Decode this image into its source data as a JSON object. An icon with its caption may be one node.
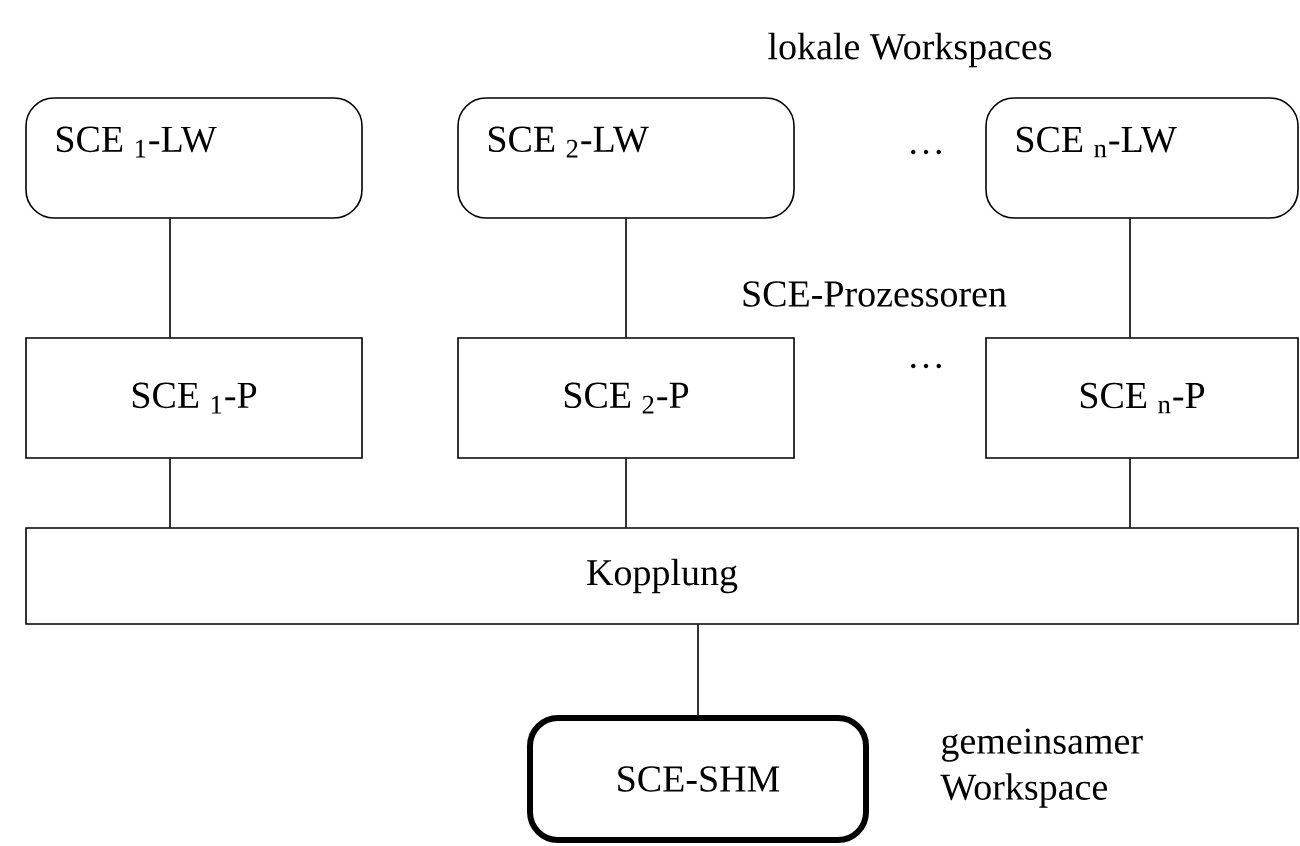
{
  "diagram": {
    "nodes": [
      {
        "text": [
          "SCE $_{1}$-LW"
        ]
      },
      {
        "text": [
          "SCE $_{2}$-LW"
        ]
      },
      {
        "text": [
          "SCE $_{n}$-LW"
        ]
      },
      {
        "text": [
          "SCE $_{1}$-P"
        ]
      },
      {
        "text": [
          "SCE $_{2}$-P"
        ]
      },
      {
        "text": [
          "SCE $_{n}$-P"
        ]
      },
      {
        "text": [
          "Kopplung"
        ]
      },
      {
        "text": [
          "SCE-SHM"
        ],
        "beside": [
          "gemeinsamer Workspace"
        ]
      }
    ],
    "edges": [
      {
        "from": 0,
        "to": 3,
        "arrow": "none"
      },
      {
        "from": 1,
        "to": 4,
        "arrow": "none"
      },
      {
        "from": 2,
        "to": 5,
        "arrow": "none"
      },
      {
        "from": 3,
        "to": 6,
        "arrow": "none"
      },
      {
        "from": 4,
        "to": 6,
        "arrow": "none"
      },
      {
        "from": 5,
        "to": 6,
        "arrow": "none"
      },
      {
        "from": 6,
        "to": 7,
        "arrow": "none"
      }
    ],
    "labels": [
      "lokale Workspaces",
      "…",
      "SCE-Prozessoren",
      "…"
    ]
  }
}
